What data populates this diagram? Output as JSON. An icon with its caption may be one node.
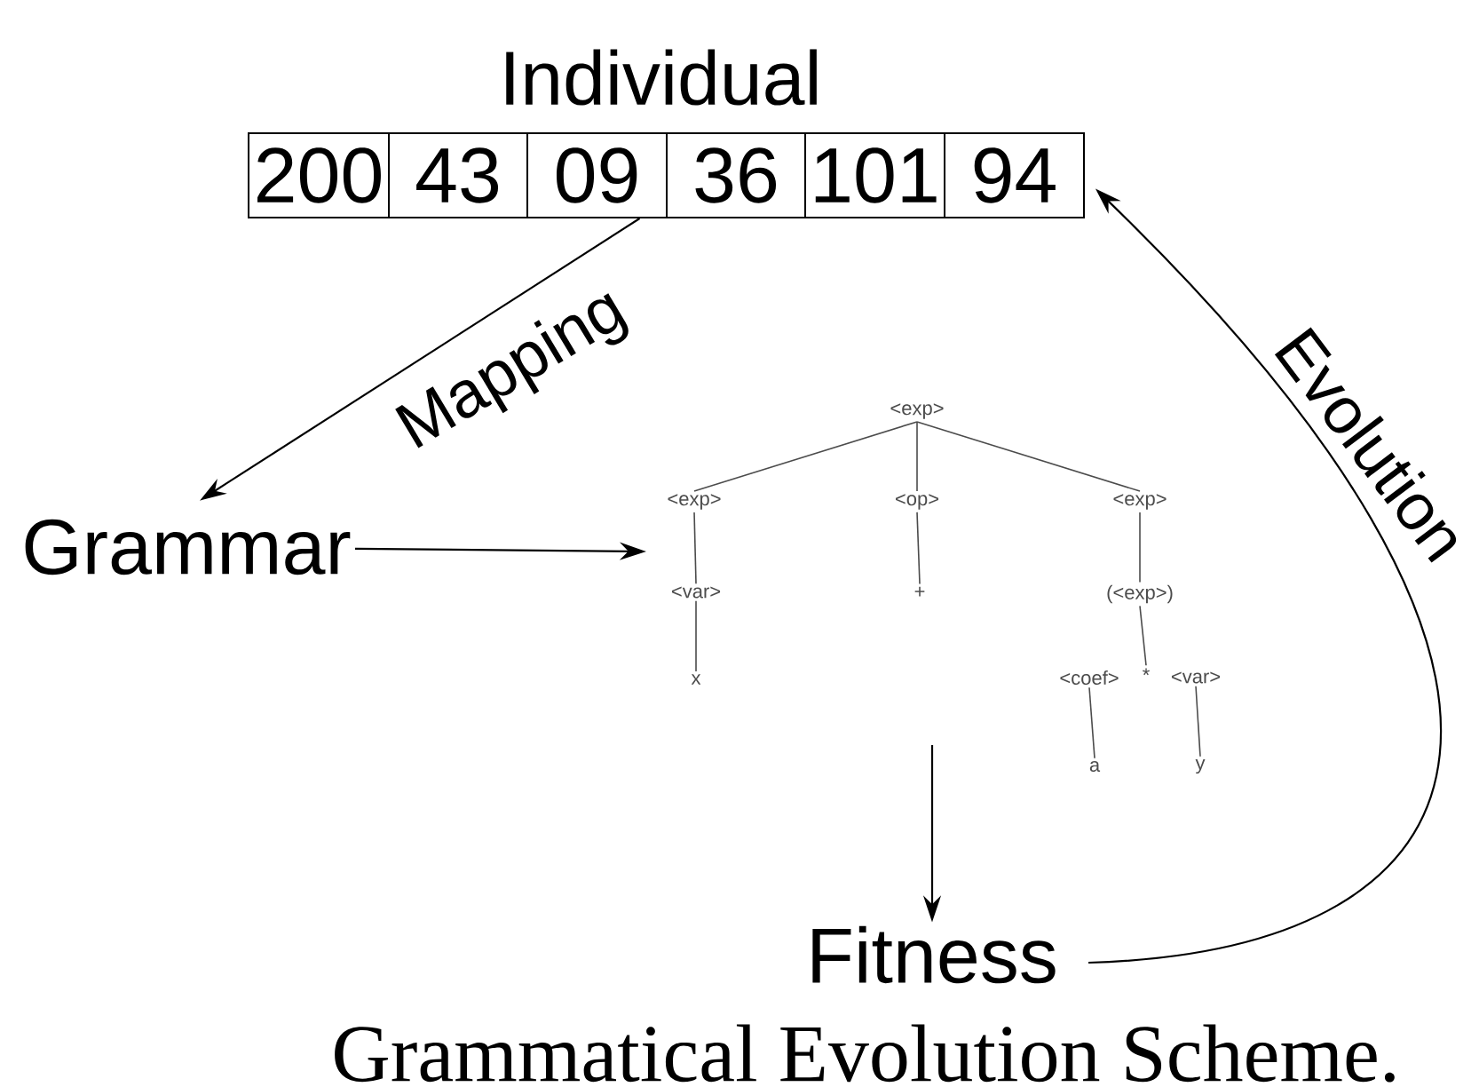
{
  "diagram": {
    "caption": "Grammatical Evolution Scheme.",
    "nodes": [
      {
        "text": [
          "Individual"
        ]
      },
      {
        "text": [
          "200"
        ],
        "in": 0
      },
      {
        "text": [
          "43"
        ],
        "in": 0
      },
      {
        "text": [
          "09"
        ],
        "in": 0
      },
      {
        "text": [
          "36"
        ],
        "in": 0
      },
      {
        "text": [
          "101"
        ],
        "in": 0
      },
      {
        "text": [
          "94"
        ],
        "in": 0
      },
      {
        "text": [
          "Grammar"
        ]
      },
      {
        "text": [
          "<exp>"
        ]
      },
      {
        "text": [
          "<exp>"
        ]
      },
      {
        "text": [
          "<op>"
        ]
      },
      {
        "text": [
          "<exp>"
        ]
      },
      {
        "text": [
          "<var>"
        ]
      },
      {
        "text": [
          "+"
        ]
      },
      {
        "text": [
          "(<exp>)"
        ]
      },
      {
        "text": [
          "x"
        ]
      },
      {
        "text": [
          "<coef>"
        ]
      },
      {
        "text": [
          "*"
        ]
      },
      {
        "text": [
          "<var>"
        ]
      },
      {
        "text": [
          "a"
        ]
      },
      {
        "text": [
          "y"
        ]
      },
      {
        "text": [
          "Fitness"
        ]
      }
    ],
    "edges": [
      {
        "from": 0,
        "to": 7,
        "arrow": "to",
        "label": "Mapping"
      },
      {
        "from": 7,
        "to": null,
        "arrow": "to"
      },
      {
        "from": null,
        "to": 21,
        "arrow": "to"
      },
      {
        "from": 21,
        "to": 0,
        "arrow": "to",
        "label": "Evolution"
      },
      {
        "from": 8,
        "to": 9,
        "arrow": "none"
      },
      {
        "from": 8,
        "to": 10,
        "arrow": "none"
      },
      {
        "from": 8,
        "to": 11,
        "arrow": "none"
      },
      {
        "from": 9,
        "to": 12,
        "arrow": "none"
      },
      {
        "from": 10,
        "to": 13,
        "arrow": "none"
      },
      {
        "from": 11,
        "to": 14,
        "arrow": "none"
      },
      {
        "from": 12,
        "to": 15,
        "arrow": "none"
      },
      {
        "from": 14,
        "to": 17,
        "arrow": "none"
      },
      {
        "from": 16,
        "to": 19,
        "arrow": "none"
      },
      {
        "from": 18,
        "to": 20,
        "arrow": "none"
      }
    ]
  }
}
